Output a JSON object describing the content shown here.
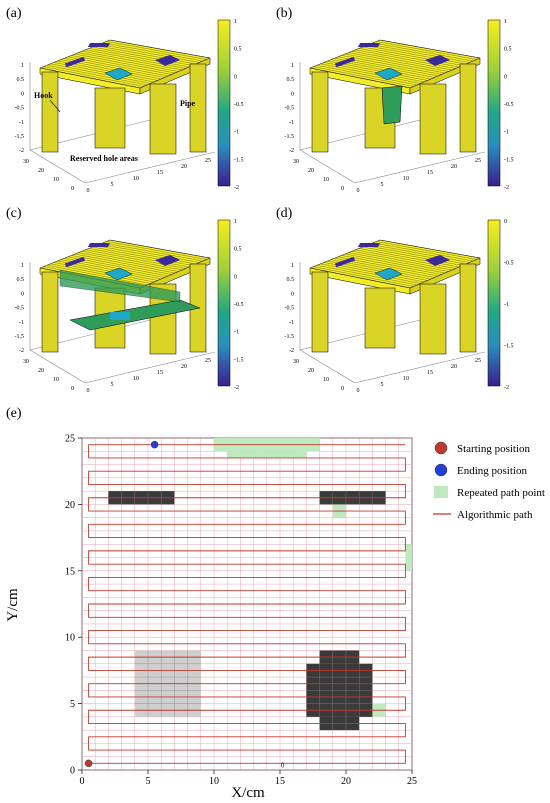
{
  "panels": [
    {
      "label": "(a)",
      "cbar_ticks": [
        "1",
        "0.5",
        "0",
        "-0.5",
        "-1",
        "-1.5",
        "-2"
      ],
      "annotations": [
        "Hook",
        "Pipe",
        "Reserved hole areas"
      ],
      "z_ticks": [
        "1",
        "0.5",
        "0",
        "-0.5",
        "-1",
        "-1.5",
        "-2"
      ],
      "x_ticks": [
        "0",
        "5",
        "10",
        "15",
        "20",
        "25"
      ],
      "y_ticks": [
        "0",
        "10",
        "20",
        "30"
      ]
    },
    {
      "label": "(b)",
      "cbar_ticks": [
        "1",
        "0.5",
        "0",
        "-0.5",
        "-1",
        "-1.5",
        "-2"
      ],
      "z_ticks": [
        "1",
        "0.5",
        "0",
        "-0.5",
        "-1",
        "-1.5",
        "-2"
      ],
      "x_ticks": [
        "0",
        "5",
        "10",
        "15",
        "20",
        "25"
      ],
      "y_ticks": [
        "0",
        "10",
        "20",
        "30"
      ]
    },
    {
      "label": "(c)",
      "cbar_ticks": [
        "1",
        "0.5",
        "0",
        "-0.5",
        "-1",
        "-1.5",
        "-2"
      ],
      "z_ticks": [
        "1",
        "0.5",
        "0",
        "-0.5",
        "-1",
        "-1.5",
        "-2"
      ],
      "x_ticks": [
        "0",
        "5",
        "10",
        "15",
        "20",
        "25"
      ],
      "y_ticks": [
        "0",
        "10",
        "20",
        "30"
      ]
    },
    {
      "label": "(d)",
      "cbar_ticks": [
        "0",
        "-0.5",
        "-1",
        "-1.5",
        "-2"
      ],
      "z_ticks": [
        "1",
        "0.5",
        "0",
        "-0.5",
        "-1",
        "-1.5",
        "-2"
      ],
      "x_ticks": [
        "0",
        "5",
        "10",
        "15",
        "20",
        "25"
      ],
      "y_ticks": [
        "0",
        "10",
        "20",
        "30"
      ]
    }
  ],
  "colors": {
    "surface": "#f2ec2a",
    "hole": "#1fa8c8",
    "dark": "#3b2a9a",
    "green": "#2f9c5a",
    "obstacle": "#3a3a3a",
    "free_obstacle": "#cfcfcf",
    "path": "#c0392b",
    "repeat": "#bfe9c0",
    "start": "#c0392b",
    "end": "#2340d8"
  },
  "chart_data": {
    "label": "(e)",
    "type": "line",
    "xlabel": "X/cm",
    "ylabel": "Y/cm",
    "xlim": [
      0,
      25
    ],
    "ylim": [
      0,
      25
    ],
    "x_ticks": [
      "0",
      "5",
      "10",
      "15",
      "20",
      "25"
    ],
    "y_ticks": [
      "0",
      "5",
      "10",
      "15",
      "20",
      "25"
    ],
    "grid": true,
    "legend": [
      {
        "name": "Starting position",
        "marker": "start"
      },
      {
        "name": "Ending position",
        "marker": "end"
      },
      {
        "name": "Repeated path point",
        "marker": "repeat"
      },
      {
        "name": "Algorithmic path",
        "marker": "path"
      }
    ],
    "start": [
      0.5,
      0.5
    ],
    "end": [
      5.5,
      24.5
    ],
    "stray_label": {
      "text": "0",
      "x": 15.2,
      "y": 0.2
    },
    "obstacles": [
      {
        "x": 2,
        "y": 20,
        "w": 5,
        "h": 1,
        "fill": "dark"
      },
      {
        "x": 18,
        "y": 20,
        "w": 5,
        "h": 1,
        "fill": "dark"
      },
      {
        "x": 4,
        "y": 4,
        "w": 5,
        "h": 5,
        "fill": "light"
      },
      {
        "x": 17,
        "y": 4,
        "w": 5,
        "h": 4,
        "fill": "dark"
      },
      {
        "x": 18,
        "y": 8,
        "w": 3,
        "h": 1,
        "fill": "dark"
      },
      {
        "x": 18,
        "y": 3,
        "w": 3,
        "h": 1,
        "fill": "dark"
      }
    ],
    "repeated": [
      {
        "x": 10,
        "y": 24,
        "w": 8,
        "h": 1
      },
      {
        "x": 11,
        "y": 23.5,
        "w": 6,
        "h": 0.5
      },
      {
        "x": 19,
        "y": 19,
        "w": 1,
        "h": 1
      },
      {
        "x": 24.5,
        "y": 15,
        "w": 0.5,
        "h": 2
      },
      {
        "x": 21,
        "y": 4,
        "w": 2,
        "h": 1
      }
    ]
  }
}
